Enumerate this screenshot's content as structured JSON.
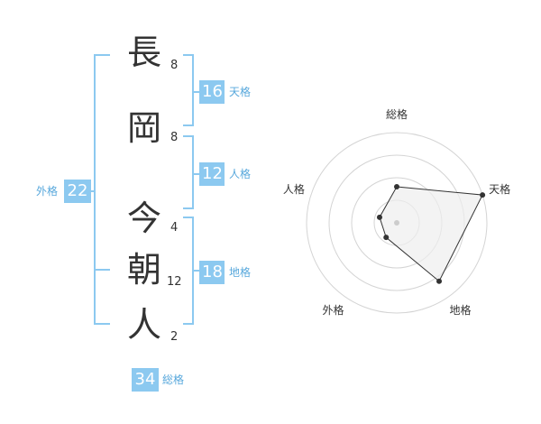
{
  "name": {
    "characters": [
      {
        "char": "長",
        "strokes": "8"
      },
      {
        "char": "岡",
        "strokes": "8"
      },
      {
        "char": "今",
        "strokes": "4"
      },
      {
        "char": "朝",
        "strokes": "12"
      },
      {
        "char": "人",
        "strokes": "2"
      }
    ]
  },
  "fortunes": {
    "tenkaku": {
      "value": "16",
      "label": "天格"
    },
    "jinkaku": {
      "value": "12",
      "label": "人格"
    },
    "chikaku": {
      "value": "18",
      "label": "地格"
    },
    "gaikaku": {
      "value": "22",
      "label": "外格"
    },
    "soukaku": {
      "value": "34",
      "label": "総格"
    }
  },
  "colors": {
    "accent": "#8cc9f0",
    "accent_text": "#58a8dc",
    "text": "#333333"
  },
  "chart_data": {
    "type": "radar",
    "axes": [
      "総格",
      "天格",
      "地格",
      "外格",
      "人格"
    ],
    "values": [
      2,
      5,
      4,
      1,
      1
    ],
    "rmax": 5,
    "rings": 4
  }
}
